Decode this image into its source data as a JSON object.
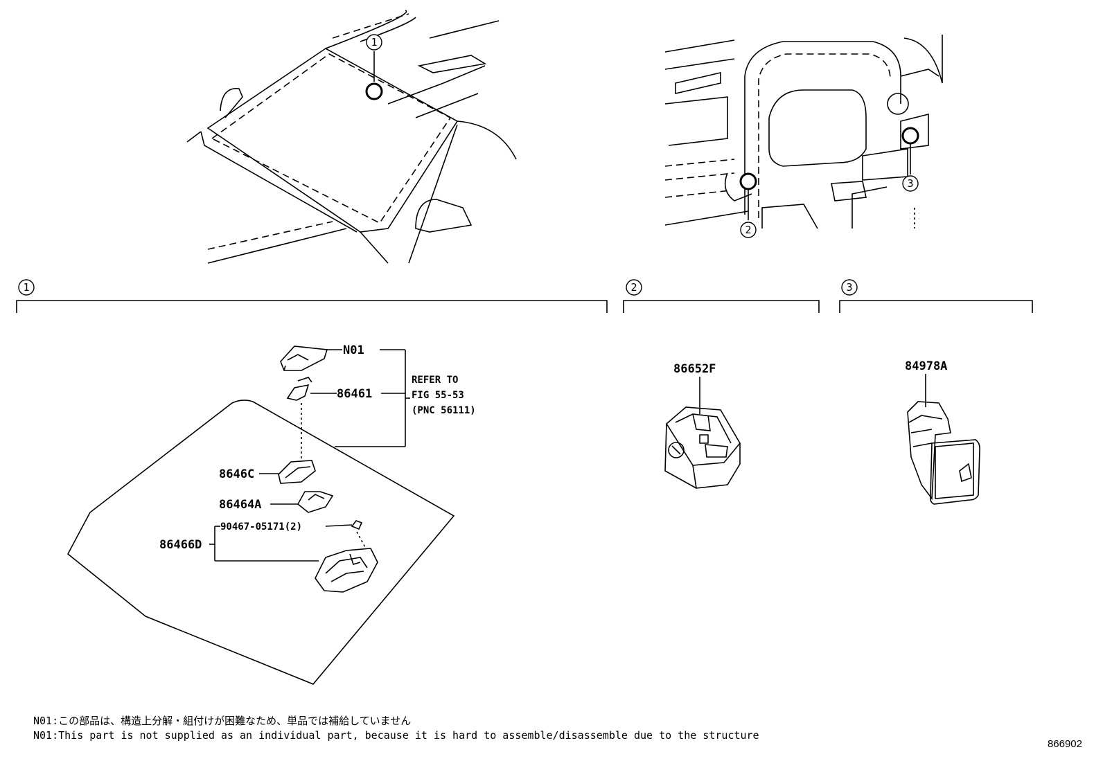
{
  "callouts": {
    "c1": "1",
    "c2": "2",
    "c3": "3"
  },
  "parts": {
    "n01": "N01",
    "p86461": "86461",
    "p8646c": "8646C",
    "p86464a": "86464A",
    "p90467": "90467-05171(2)",
    "p86466d": "86466D",
    "p86652f": "86652F",
    "p84978a": "84978A"
  },
  "reference": {
    "line1": "REFER TO",
    "line2": "FIG 55-53",
    "line3": "(PNC 56111)"
  },
  "notes": {
    "jp": "N01:この部品は、構造上分解・組付けが困難なため、単品では補給していません",
    "en": "N01:This part is not supplied as an individual part, because it is hard to assemble/disassemble due to the structure"
  },
  "diagram_code": "866902"
}
